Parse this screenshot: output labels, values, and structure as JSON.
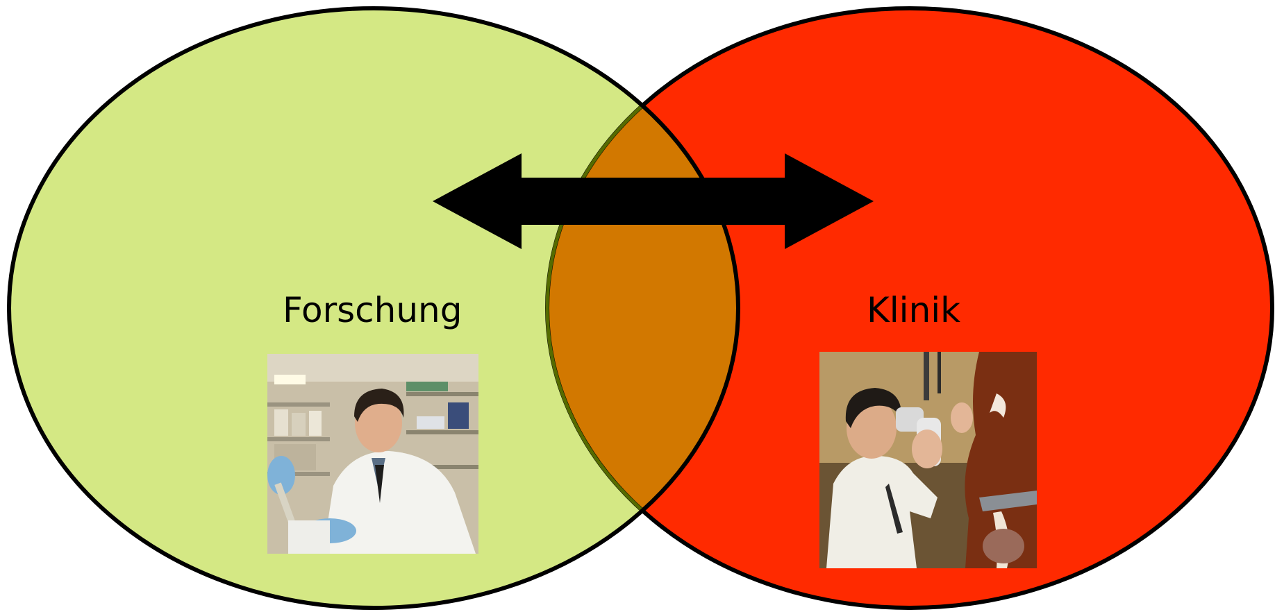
{
  "diagram": {
    "left_circle": {
      "label": "Forschung",
      "fill": "#d4e884",
      "photo_icon": "scientist-pipetting-photo"
    },
    "right_circle": {
      "label": "Klinik",
      "fill": "#ff2a00",
      "photo_icon": "veterinarian-examining-horse-eye-photo"
    },
    "overlap_fill": "#d27800",
    "outline_color": "#000000",
    "arrow": {
      "icon": "double-headed-arrow-icon",
      "color": "#000000"
    }
  }
}
